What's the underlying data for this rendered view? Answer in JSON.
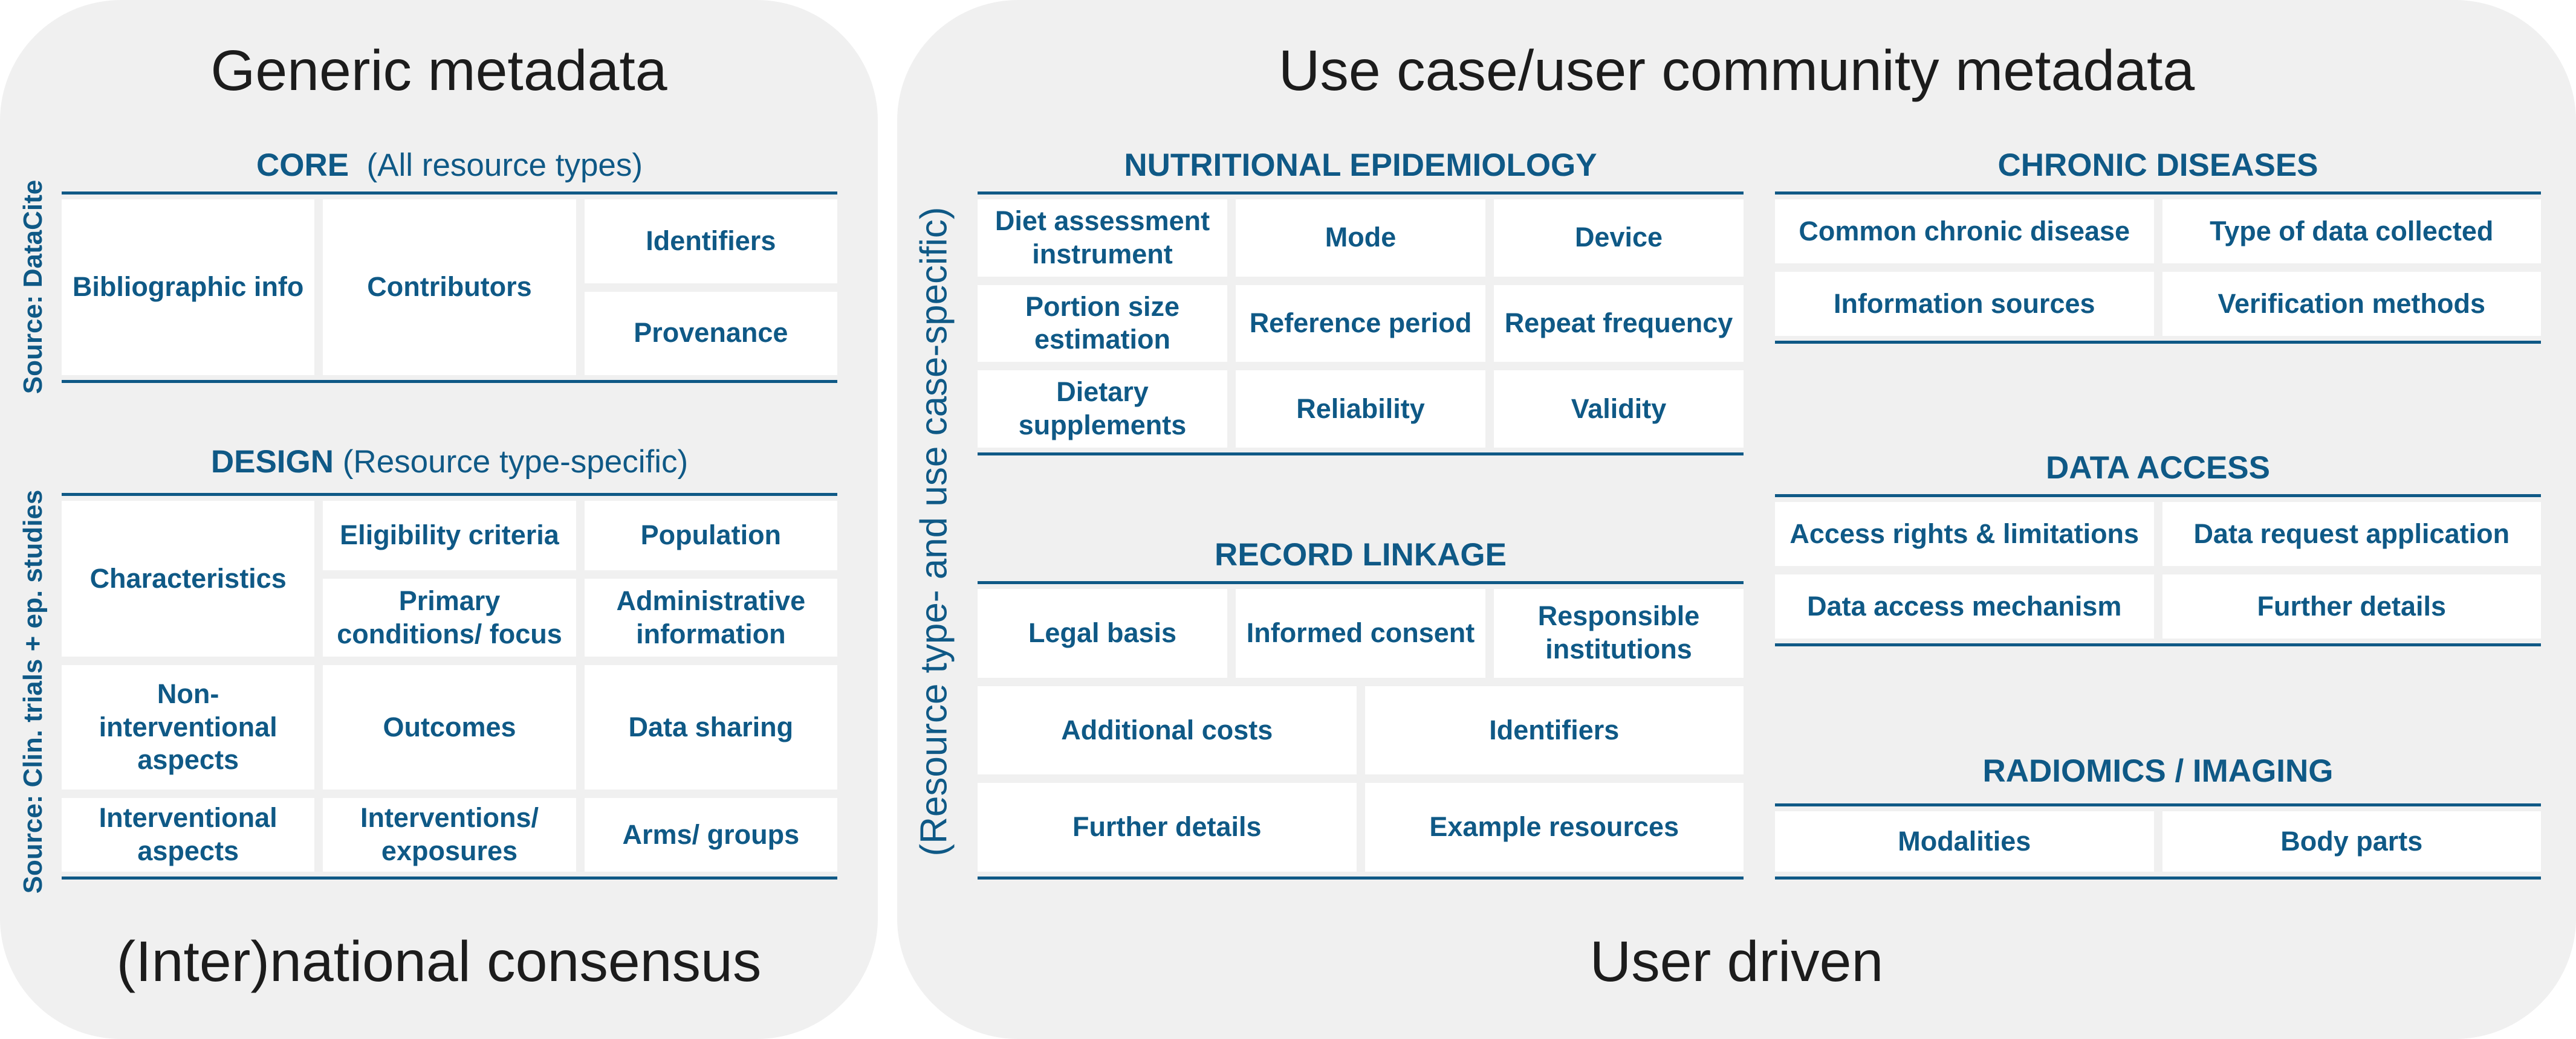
{
  "left": {
    "title": "Generic metadata",
    "footer": "(Inter)national consensus",
    "source_core": "Source: DataCite",
    "source_design": "Source: Clin. trials + ep. studies",
    "core": {
      "heading": "CORE",
      "subheading": "(All resource types)",
      "cells": [
        "Bibliographic info",
        "Contributors",
        "Identifiers",
        "Provenance"
      ]
    },
    "design": {
      "heading": "DESIGN",
      "subheading": "(Resource type-specific)",
      "cells": [
        "Characteristics",
        "Eligibility criteria",
        "Population",
        "Primary conditions/ focus",
        "Administrative information",
        "Non-interventional aspects",
        "Outcomes",
        "Data sharing",
        "Interventional aspects",
        "Interventions/ exposures",
        "Arms/ groups"
      ]
    }
  },
  "right": {
    "title": "Use case/user community metadata",
    "footer": "User driven",
    "side_label": "(Resource type- and use case-specific)",
    "nutritional": {
      "heading": "NUTRITIONAL EPIDEMIOLOGY",
      "cells": [
        "Diet assessment instrument",
        "Mode",
        "Device",
        "Portion size estimation",
        "Reference period",
        "Repeat frequency",
        "Dietary supplements",
        "Reliability",
        "Validity"
      ]
    },
    "record_linkage": {
      "heading": "RECORD LINKAGE",
      "cells": [
        "Legal basis",
        "Informed consent",
        "Responsible institutions",
        "Additional costs",
        "Identifiers",
        "Further details",
        "Example resources"
      ]
    },
    "chronic": {
      "heading": "CHRONIC DISEASES",
      "cells": [
        "Common chronic disease",
        "Type of data collected",
        "Information sources",
        "Verification methods"
      ]
    },
    "data_access": {
      "heading": "DATA ACCESS",
      "cells": [
        "Access rights & limitations",
        "Data request application",
        "Data access mechanism",
        "Further details"
      ]
    },
    "radiomics": {
      "heading": "RADIOMICS / IMAGING",
      "cells": [
        "Modalities",
        "Body parts"
      ]
    }
  },
  "colors": {
    "accent": "#0f5986",
    "panel": "#f0f0f0",
    "cell": "#ffffff",
    "title_text": "#1c1c1c"
  }
}
